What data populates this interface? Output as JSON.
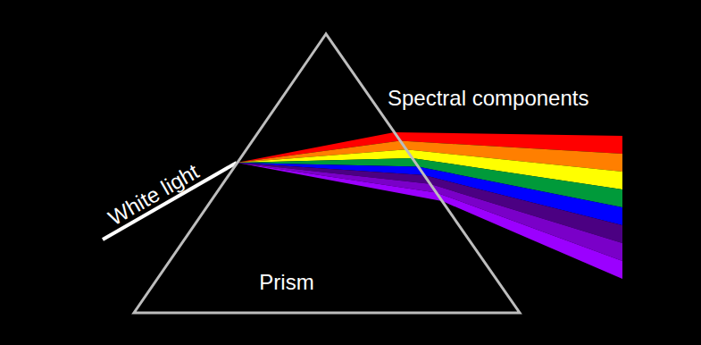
{
  "diagram": {
    "nodes": [
      {
        "text": [
          "Prism"
        ]
      }
    ],
    "labels": [
      "White light",
      "Spectral components"
    ]
  }
}
